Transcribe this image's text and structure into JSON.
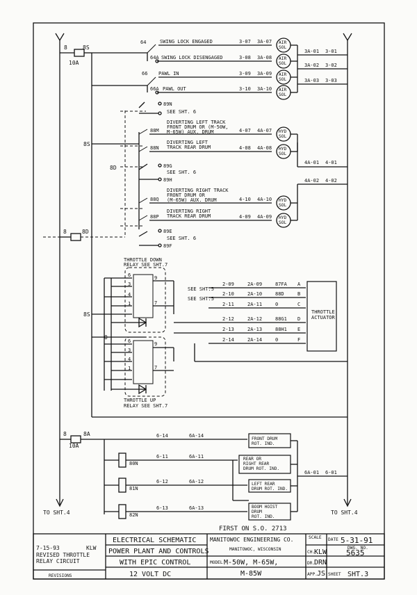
{
  "header": {
    "first_on": "FIRST ON S.O. 2713",
    "to_sht4_left": "TO SHT.4",
    "to_sht4_right": "TO SHT.4"
  },
  "power": {
    "top_fuse": "10A",
    "top_wire_in": "8",
    "top_wire_out": "8S",
    "mid_wire_left": "8",
    "mid_wire_right": "8D",
    "bottom_fuse": "10A",
    "bottom_wire_in": "8",
    "bottom_wire_out": "8A"
  },
  "swing_section": {
    "rows": [
      {
        "wire": "64",
        "label": "SWING LOCK ENGAGED",
        "w1": "3-07",
        "w2": "3A-07",
        "sol": [
          "AIR",
          "SOL"
        ]
      },
      {
        "wire": "64A",
        "label": "SWING LOCK DISENGAGED",
        "w1": "3-08",
        "w2": "3A-08",
        "sol": [
          "AIR",
          "SOL"
        ]
      },
      {
        "wire": "66",
        "label": "PAWL IN",
        "w1": "3-09",
        "w2": "3A-09",
        "sol": [
          "AIR",
          "SOL"
        ]
      },
      {
        "wire": "66A",
        "label": "PAWL OUT",
        "w1": "3-10",
        "w2": "3A-10",
        "sol": [
          "AIR",
          "SOL"
        ]
      }
    ],
    "returns": [
      {
        "a": "3A-01",
        "b": "3-01"
      },
      {
        "a": "3A-02",
        "b": "3-02"
      },
      {
        "a": "3A-03",
        "b": "3-03"
      }
    ]
  },
  "divert_section": {
    "bus_label": "8S",
    "d_label": "8D",
    "spare_top": {
      "t1": "89N",
      "t2": "SEE SHT. 6"
    },
    "rows": [
      {
        "wire": "88M",
        "label": [
          "DIVERTING LEFT TRACK",
          "FRONT DRUM OR (M-50W,",
          "M-65W) AUX. DRUM"
        ],
        "w1": "4-07",
        "w2": "4A-07",
        "sol": [
          "HYD",
          "SOL"
        ]
      },
      {
        "wire": "88N",
        "label": [
          "DIVERTING LEFT",
          "TRACK REAR DRUM"
        ],
        "w1": "4-08",
        "w2": "4A-08",
        "sol": [
          "HYD",
          "SOL"
        ]
      },
      {
        "wire": "88Q",
        "label": [
          "DIVERTING RIGHT TRACK",
          "FRONT DRUM OR",
          "(M-65W) AUX. DRUM"
        ],
        "w1": "4-10",
        "w2": "4A-10",
        "sol": [
          "HYD",
          "SOL"
        ]
      },
      {
        "wire": "88P",
        "label": [
          "DIVERTING RIGHT",
          "TRACK REAR DRUM"
        ],
        "w1": "4-09",
        "w2": "4A-09",
        "sol": [
          "HYD",
          "SOL"
        ]
      }
    ],
    "spare_mid": {
      "t1": "89G",
      "t2": "SEE SHT. 6",
      "t3": "89H"
    },
    "spare_bot": {
      "t1": "89E",
      "t2": "SEE SHT. 6",
      "t3": "89F"
    },
    "returns": [
      {
        "a": "4A-01",
        "b": "4-01"
      },
      {
        "a": "4A-02",
        "b": "4-02"
      }
    ]
  },
  "throttle_section": {
    "down_relay": [
      "THROTTLE DOWN",
      "RELAY SEE SHT.7"
    ],
    "up_relay": [
      "THROTTLE UP",
      "RELAY SEE SHT.7"
    ],
    "pins": [
      "6",
      "9",
      "3",
      "4",
      "7",
      "1"
    ],
    "bus_label": "8S",
    "zero_label": "0",
    "see_sht5": "SEE SHT.5",
    "actuator": [
      "THROTTLE",
      "ACTUATOR"
    ],
    "wires": [
      {
        "w1": "2-09",
        "w2": "2A-09",
        "code": "87FA",
        "pin": "A"
      },
      {
        "w1": "2-10",
        "w2": "2A-10",
        "code": "88D",
        "pin": "B"
      },
      {
        "w1": "2-11",
        "w2": "2A-11",
        "code": "0",
        "pin": "C"
      },
      {
        "w1": "2-12",
        "w2": "2A-12",
        "code": "88G1",
        "pin": "D"
      },
      {
        "w1": "2-13",
        "w2": "2A-13",
        "code": "88H1",
        "pin": "E"
      },
      {
        "w1": "2-14",
        "w2": "2A-14",
        "code": "0",
        "pin": "F"
      }
    ]
  },
  "drum_section": {
    "rows": [
      {
        "wire": "",
        "w1": "6-14",
        "w2": "6A-14",
        "label": [
          "FRONT DRUM",
          "ROT. IND."
        ]
      },
      {
        "wire": "80N",
        "w1": "6-11",
        "w2": "6A-11",
        "label": [
          "REAR OR",
          "RIGHT REAR",
          "DRUM ROT. IND."
        ]
      },
      {
        "wire": "81N",
        "w1": "6-12",
        "w2": "6A-12",
        "label": [
          "LEFT REAR",
          "DRUM ROT. IND."
        ]
      },
      {
        "wire": "82N",
        "w1": "6-13",
        "w2": "6A-13",
        "label": [
          "BOOM HOIST",
          "DRUM",
          "ROT. IND."
        ]
      }
    ],
    "returns": {
      "a": "6A-01",
      "b": "6-01"
    }
  },
  "title_block": {
    "rev_date": "7-15-93",
    "rev_by": "KLW",
    "rev_desc": [
      "REVISED THROTTLE",
      "RELAY CIRCUIT"
    ],
    "revisions": "REVISIONS",
    "title_lines": [
      "ELECTRICAL SCHEMATIC",
      "POWER PLANT AND CONTROLS",
      "WITH EPIC CONTROL",
      "12 VOLT DC"
    ],
    "company": "MANITOWOC ENGINEERING CO.",
    "city": "MANITOWOC, WISCONSIN",
    "model_tag": "MODEL",
    "model": "M-50W, M-65W,",
    "model2": "M-85W",
    "scale_tag": "SCALE",
    "date_tag": "DATE",
    "date": "5-31-91",
    "dwg_tag": "DWG. NO.",
    "dwg_no": "5635",
    "ch_tag": "CH.",
    "ch": "KLW",
    "dr_tag": "DR.",
    "dr": "DRN",
    "app_tag": "APP.",
    "app": "JS",
    "sheet_tag": "SHEET",
    "sheet": "SHT.3"
  }
}
